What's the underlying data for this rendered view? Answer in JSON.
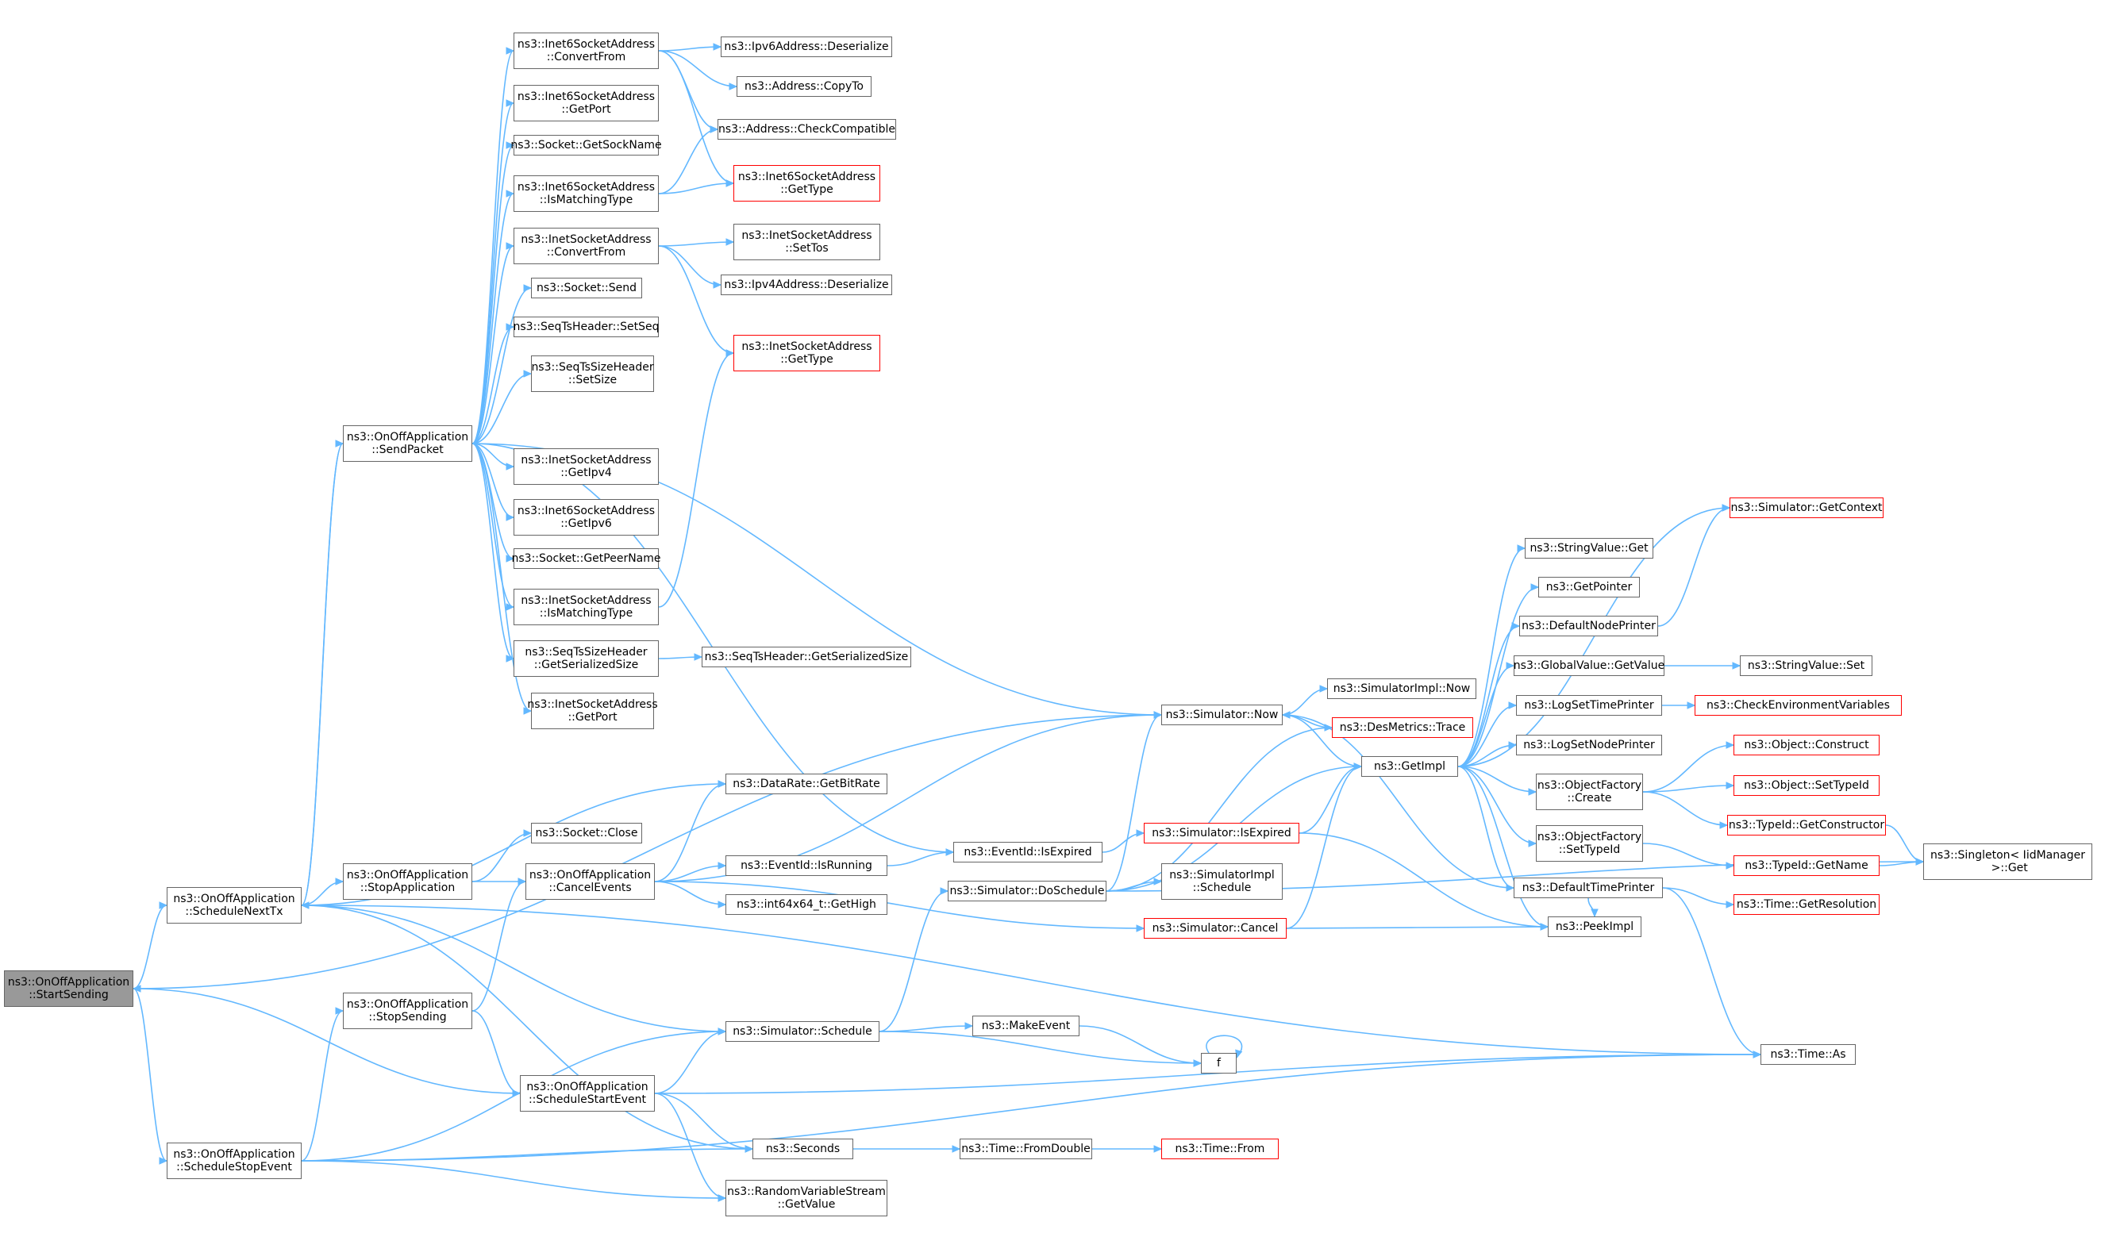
{
  "nodes": [
    {
      "id": "start",
      "label": "ns3::OnOffApplication\n::StartSending",
      "current": true
    },
    {
      "id": "sendpacket",
      "label": "ns3::OnOffApplication\n::SendPacket"
    },
    {
      "id": "schedNext",
      "label": "ns3::OnOffApplication\n::ScheduleNextTx"
    },
    {
      "id": "stopSending",
      "label": "ns3::OnOffApplication\n::StopSending"
    },
    {
      "id": "schedStop",
      "label": "ns3::OnOffApplication\n::ScheduleStopEvent"
    },
    {
      "id": "i6conv",
      "label": "ns3::Inet6SocketAddress\n::ConvertFrom"
    },
    {
      "id": "i6port",
      "label": "ns3::Inet6SocketAddress\n::GetPort"
    },
    {
      "id": "sockname",
      "label": "ns3::Socket::GetSockName"
    },
    {
      "id": "i6match",
      "label": "ns3::Inet6SocketAddress\n::IsMatchingType"
    },
    {
      "id": "iconv",
      "label": "ns3::InetSocketAddress\n::ConvertFrom"
    },
    {
      "id": "send",
      "label": "ns3::Socket::Send"
    },
    {
      "id": "setseq",
      "label": "ns3::SeqTsHeader::SetSeq"
    },
    {
      "id": "setsize",
      "label": "ns3::SeqTsSizeHeader\n::SetSize"
    },
    {
      "id": "getipv4",
      "label": "ns3::InetSocketAddress\n::GetIpv4"
    },
    {
      "id": "getipv6",
      "label": "ns3::Inet6SocketAddress\n::GetIpv6"
    },
    {
      "id": "peername",
      "label": "ns3::Socket::GetPeerName"
    },
    {
      "id": "imatch",
      "label": "ns3::InetSocketAddress\n::IsMatchingType"
    },
    {
      "id": "serSize",
      "label": "ns3::SeqTsSizeHeader\n::GetSerializedSize"
    },
    {
      "id": "iport",
      "label": "ns3::InetSocketAddress\n::GetPort"
    },
    {
      "id": "stopApp",
      "label": "ns3::OnOffApplication\n::StopApplication"
    },
    {
      "id": "close",
      "label": "ns3::Socket::Close"
    },
    {
      "id": "cancelEv",
      "label": "ns3::OnOffApplication\n::CancelEvents"
    },
    {
      "id": "schedStart",
      "label": "ns3::OnOffApplication\n::ScheduleStartEvent"
    },
    {
      "id": "ip6deser",
      "label": "ns3::Ipv6Address::Deserialize"
    },
    {
      "id": "copyto",
      "label": "ns3::Address::CopyTo"
    },
    {
      "id": "checkcompat",
      "label": "ns3::Address::CheckCompatible"
    },
    {
      "id": "i6gettype",
      "label": "ns3::Inet6SocketAddress\n::GetType",
      "red": true
    },
    {
      "id": "settos",
      "label": "ns3::InetSocketAddress\n::SetTos"
    },
    {
      "id": "ip4deser",
      "label": "ns3::Ipv4Address::Deserialize"
    },
    {
      "id": "igettype",
      "label": "ns3::InetSocketAddress\n::GetType",
      "red": true
    },
    {
      "id": "seqSer",
      "label": "ns3::SeqTsHeader::GetSerializedSize"
    },
    {
      "id": "bitrate",
      "label": "ns3::DataRate::GetBitRate"
    },
    {
      "id": "isrunning",
      "label": "ns3::EventId::IsRunning"
    },
    {
      "id": "gethigh",
      "label": "ns3::int64x64_t::GetHigh"
    },
    {
      "id": "schedule",
      "label": "ns3::Simulator::Schedule"
    },
    {
      "id": "seconds",
      "label": "ns3::Seconds"
    },
    {
      "id": "getvalue",
      "label": "ns3::RandomVariableStream\n::GetValue"
    },
    {
      "id": "now",
      "label": "ns3::Simulator::Now"
    },
    {
      "id": "implnow",
      "label": "ns3::SimulatorImpl::Now"
    },
    {
      "id": "isexpired",
      "label": "ns3::EventId::IsExpired"
    },
    {
      "id": "doschedule",
      "label": "ns3::Simulator::DoSchedule"
    },
    {
      "id": "makeevent",
      "label": "ns3::MakeEvent"
    },
    {
      "id": "fromdouble",
      "label": "ns3::Time::FromDouble"
    },
    {
      "id": "f",
      "label": "f"
    },
    {
      "id": "destrace",
      "label": "ns3::DesMetrics::Trace",
      "red": true
    },
    {
      "id": "simexpired",
      "label": "ns3::Simulator::IsExpired",
      "red": true
    },
    {
      "id": "implsched",
      "label": "ns3::SimulatorImpl\n::Schedule"
    },
    {
      "id": "simcancel",
      "label": "ns3::Simulator::Cancel",
      "red": true
    },
    {
      "id": "timefrom",
      "label": "ns3::Time::From",
      "red": true
    },
    {
      "id": "getimpl",
      "label": "ns3::GetImpl"
    },
    {
      "id": "strget",
      "label": "ns3::StringValue::Get"
    },
    {
      "id": "getpointer",
      "label": "ns3::GetPointer"
    },
    {
      "id": "defnodepr",
      "label": "ns3::DefaultNodePrinter"
    },
    {
      "id": "gvget",
      "label": "ns3::GlobalValue::GetValue"
    },
    {
      "id": "logtime",
      "label": "ns3::LogSetTimePrinter"
    },
    {
      "id": "lognode",
      "label": "ns3::LogSetNodePrinter"
    },
    {
      "id": "ofcreate",
      "label": "ns3::ObjectFactory\n::Create"
    },
    {
      "id": "ofsettype",
      "label": "ns3::ObjectFactory\n::SetTypeId"
    },
    {
      "id": "deftimepr",
      "label": "ns3::DefaultTimePrinter"
    },
    {
      "id": "peekimpl",
      "label": "ns3::PeekImpl"
    },
    {
      "id": "getcontext",
      "label": "ns3::Simulator::GetContext",
      "red": true
    },
    {
      "id": "strset",
      "label": "ns3::StringValue::Set"
    },
    {
      "id": "checkenv",
      "label": "ns3::CheckEnvironmentVariables",
      "red": true
    },
    {
      "id": "objconstruct",
      "label": "ns3::Object::Construct",
      "red": true
    },
    {
      "id": "objsettype",
      "label": "ns3::Object::SetTypeId",
      "red": true
    },
    {
      "id": "getctor",
      "label": "ns3::TypeId::GetConstructor",
      "red": true
    },
    {
      "id": "getname",
      "label": "ns3::TypeId::GetName",
      "red": true
    },
    {
      "id": "getres",
      "label": "ns3::Time::GetResolution",
      "red": true
    },
    {
      "id": "singleton",
      "label": "ns3::Singleton< IidManager\n >::Get"
    },
    {
      "id": "timeas",
      "label": "ns3::Time::As"
    }
  ],
  "edges": [
    [
      "start",
      "now"
    ],
    [
      "start",
      "schedNext"
    ],
    [
      "start",
      "schedStop"
    ],
    [
      "schedNext",
      "sendpacket"
    ],
    [
      "schedNext",
      "bitrate"
    ],
    [
      "schedNext",
      "stopApp"
    ],
    [
      "schedNext",
      "schedule"
    ],
    [
      "schedNext",
      "seconds"
    ],
    [
      "schedNext",
      "timeas"
    ],
    [
      "sendpacket",
      "schedNext"
    ],
    [
      "sendpacket",
      "i6conv"
    ],
    [
      "sendpacket",
      "i6port"
    ],
    [
      "sendpacket",
      "sockname"
    ],
    [
      "sendpacket",
      "i6match"
    ],
    [
      "sendpacket",
      "iconv"
    ],
    [
      "sendpacket",
      "send"
    ],
    [
      "sendpacket",
      "setseq"
    ],
    [
      "sendpacket",
      "setsize"
    ],
    [
      "sendpacket",
      "getipv4"
    ],
    [
      "sendpacket",
      "getipv6"
    ],
    [
      "sendpacket",
      "peername"
    ],
    [
      "sendpacket",
      "imatch"
    ],
    [
      "sendpacket",
      "serSize"
    ],
    [
      "sendpacket",
      "iport"
    ],
    [
      "sendpacket",
      "now"
    ],
    [
      "sendpacket",
      "isexpired"
    ],
    [
      "i6conv",
      "ip6deser"
    ],
    [
      "i6conv",
      "copyto"
    ],
    [
      "i6conv",
      "checkcompat"
    ],
    [
      "i6conv",
      "i6gettype"
    ],
    [
      "i6match",
      "checkcompat"
    ],
    [
      "i6match",
      "i6gettype"
    ],
    [
      "iconv",
      "settos"
    ],
    [
      "iconv",
      "ip4deser"
    ],
    [
      "iconv",
      "igettype"
    ],
    [
      "imatch",
      "igettype"
    ],
    [
      "serSize",
      "seqSer"
    ],
    [
      "stopApp",
      "close"
    ],
    [
      "stopApp",
      "cancelEv"
    ],
    [
      "cancelEv",
      "bitrate"
    ],
    [
      "cancelEv",
      "now"
    ],
    [
      "cancelEv",
      "isrunning"
    ],
    [
      "cancelEv",
      "gethigh"
    ],
    [
      "cancelEv",
      "simcancel"
    ],
    [
      "isrunning",
      "isexpired"
    ],
    [
      "isexpired",
      "simexpired"
    ],
    [
      "stopSending",
      "cancelEv"
    ],
    [
      "stopSending",
      "schedStart"
    ],
    [
      "schedStop",
      "stopSending"
    ],
    [
      "schedStop",
      "schedule"
    ],
    [
      "schedStop",
      "seconds"
    ],
    [
      "schedStop",
      "getvalue"
    ],
    [
      "schedStop",
      "timeas"
    ],
    [
      "schedStart",
      "start"
    ],
    [
      "schedStart",
      "schedule"
    ],
    [
      "schedStart",
      "seconds"
    ],
    [
      "schedStart",
      "getvalue"
    ],
    [
      "schedStart",
      "timeas"
    ],
    [
      "schedule",
      "doschedule"
    ],
    [
      "schedule",
      "makeevent"
    ],
    [
      "schedule",
      "f"
    ],
    [
      "makeevent",
      "f"
    ],
    [
      "f",
      "f"
    ],
    [
      "seconds",
      "fromdouble"
    ],
    [
      "fromdouble",
      "timefrom"
    ],
    [
      "now",
      "implnow"
    ],
    [
      "now",
      "getimpl"
    ],
    [
      "doschedule",
      "now"
    ],
    [
      "doschedule",
      "destrace"
    ],
    [
      "doschedule",
      "getimpl"
    ],
    [
      "doschedule",
      "implsched"
    ],
    [
      "doschedule",
      "singleton"
    ],
    [
      "simexpired",
      "getimpl"
    ],
    [
      "simexpired",
      "peekimpl"
    ],
    [
      "simcancel",
      "getimpl"
    ],
    [
      "simcancel",
      "peekimpl"
    ],
    [
      "destrace",
      "now"
    ],
    [
      "getimpl",
      "getcontext"
    ],
    [
      "getimpl",
      "strget"
    ],
    [
      "getimpl",
      "getpointer"
    ],
    [
      "getimpl",
      "defnodepr"
    ],
    [
      "getimpl",
      "gvget"
    ],
    [
      "getimpl",
      "logtime"
    ],
    [
      "getimpl",
      "lognode"
    ],
    [
      "getimpl",
      "ofcreate"
    ],
    [
      "getimpl",
      "ofsettype"
    ],
    [
      "getimpl",
      "deftimepr"
    ],
    [
      "getimpl",
      "peekimpl"
    ],
    [
      "defnodepr",
      "getcontext"
    ],
    [
      "gvget",
      "strset"
    ],
    [
      "logtime",
      "checkenv"
    ],
    [
      "ofcreate",
      "objconstruct"
    ],
    [
      "ofcreate",
      "objsettype"
    ],
    [
      "ofcreate",
      "getctor"
    ],
    [
      "ofsettype",
      "getname"
    ],
    [
      "deftimepr",
      "now"
    ],
    [
      "deftimepr",
      "getres"
    ],
    [
      "deftimepr",
      "timeas"
    ],
    [
      "deftimepr",
      "peekimpl"
    ],
    [
      "getctor",
      "singleton"
    ],
    [
      "getname",
      "singleton"
    ]
  ],
  "colors": {
    "edge": "#63b8ff",
    "node_border": "#666666",
    "node_red_border": "#ff0000",
    "current_fill": "#999999"
  }
}
